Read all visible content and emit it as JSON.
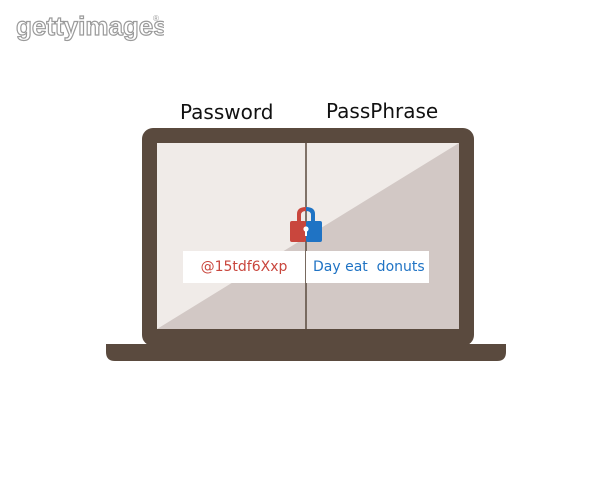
{
  "watermark": {
    "text": "gettyimages",
    "registered": "®"
  },
  "labels": {
    "left": "Password",
    "right": "PassPhrase"
  },
  "fields": {
    "password_value": "@15tdf6Xxp",
    "passphrase_value": "Day eat  donuts"
  },
  "colors": {
    "laptop_frame": "#5a4a3e",
    "screen_light": "#f0ebe8",
    "screen_dark": "#d2c8c5",
    "password_text": "#c9463d",
    "passphrase_text": "#1f73c4",
    "lock_red": "#c9463d",
    "lock_blue": "#1f73c4"
  },
  "icons": {
    "lock": "padlock-icon"
  }
}
